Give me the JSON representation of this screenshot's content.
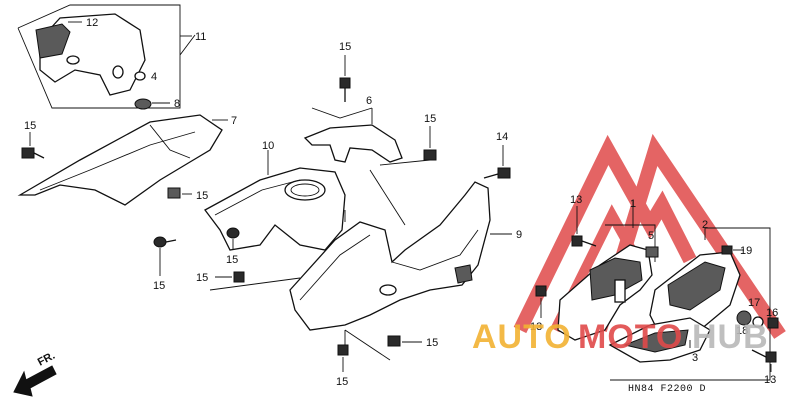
{
  "watermark": {
    "text_auto": "AUTO",
    "text_moto": "MOTO",
    "text_hub": "HUB",
    "color_red": "#e04a4a",
    "color_yellow": "#f2b233",
    "color_gray": "#b9b9b9"
  },
  "diagram": {
    "code": "HN84 F2200 D",
    "direction": "FR."
  },
  "labels": {
    "l12": "12",
    "l11": "11",
    "l4": "4",
    "l8": "8",
    "l7": "7",
    "l15a": "15",
    "l15b": "15",
    "l15c": "15",
    "l15d": "15",
    "l15e": "15",
    "l15f": "15",
    "l15g": "15",
    "l15h": "15",
    "l15i": "15",
    "l6": "6",
    "l10": "10",
    "l14": "14",
    "l9": "9",
    "l13a": "13",
    "l13b": "13",
    "l13c": "13",
    "l1": "1",
    "l5": "5",
    "l2": "2",
    "l19": "19",
    "l17": "17",
    "l18": "18",
    "l16": "16",
    "l3": "3"
  }
}
